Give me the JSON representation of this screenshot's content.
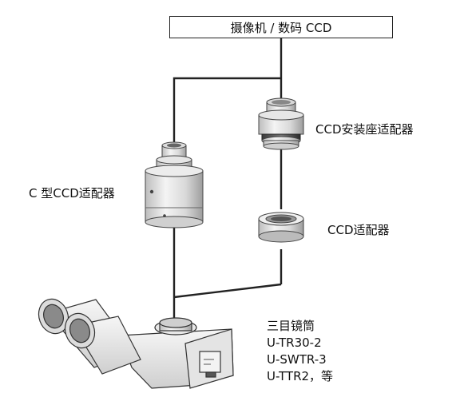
{
  "top_box": {
    "label": "摄像机 / 数码 CCD"
  },
  "labels": {
    "mount_adapter": "CCD安装座适配器",
    "c_type_adapter": "C 型CCD适配器",
    "ccd_adapter": "CCD适配器"
  },
  "trinocular": {
    "title": "三目镜筒",
    "models": [
      "U-TR30-2",
      "U-SWTR-3",
      "U-TTR2，等"
    ]
  }
}
